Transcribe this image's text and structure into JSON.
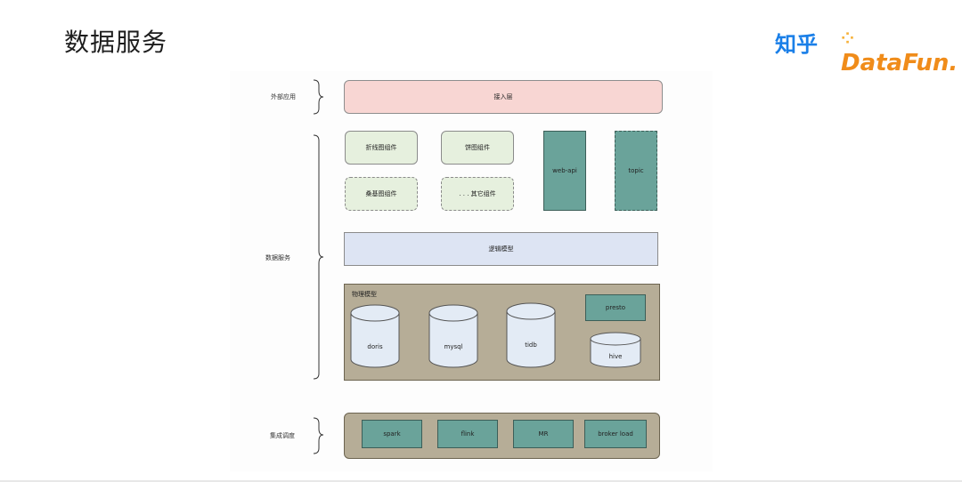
{
  "header": {
    "title": "数据服务",
    "logo_zhihu": "知乎",
    "logo_datafun": "DataFun."
  },
  "colors": {
    "access_layer": "#f8d6d3",
    "component": "#e6f0de",
    "teal": "#6aa39a",
    "logic_model": "#dde4f3",
    "physical_model": "#b6ad97",
    "zhihu_blue": "#1a7fe8",
    "datafun_orange": "#f08c1a"
  },
  "diagram": {
    "layers": {
      "external": "外部应用",
      "data_service": "数据服务",
      "integration": "集成调度"
    },
    "access_layer": "接入层",
    "components": {
      "line_chart": "折线图组件",
      "pie_chart": "饼图组件",
      "sankey_chart": "桑基图组件",
      "other": ". . .  其它组件"
    },
    "web_api": "web-api",
    "topic": "topic",
    "logic_model": "逻辑模型",
    "physical_model": {
      "title": "物理模型",
      "stores": [
        "doris",
        "mysql",
        "tidb"
      ],
      "presto": "presto",
      "hive": "hive"
    },
    "integration_jobs": [
      "spark",
      "flink",
      "MR",
      "broker load"
    ]
  }
}
